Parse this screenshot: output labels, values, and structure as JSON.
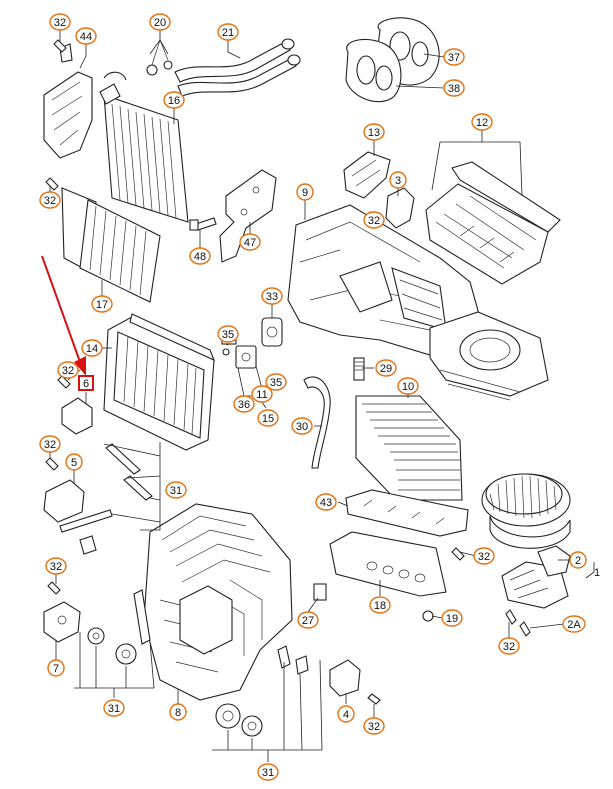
{
  "diagram": {
    "accent_color": "#e8700f",
    "highlight_color": "#d41414",
    "highlighted_callout": "6",
    "callouts": [
      {
        "id": "c32a",
        "label": "32"
      },
      {
        "id": "c44",
        "label": "44"
      },
      {
        "id": "c20",
        "label": "20"
      },
      {
        "id": "c21",
        "label": "21"
      },
      {
        "id": "c37",
        "label": "37"
      },
      {
        "id": "c38",
        "label": "38"
      },
      {
        "id": "c16",
        "label": "16"
      },
      {
        "id": "c12",
        "label": "12"
      },
      {
        "id": "c13",
        "label": "13"
      },
      {
        "id": "c32b",
        "label": "32"
      },
      {
        "id": "c3",
        "label": "3"
      },
      {
        "id": "c32c",
        "label": "32"
      },
      {
        "id": "c9",
        "label": "9"
      },
      {
        "id": "c47",
        "label": "47"
      },
      {
        "id": "c48",
        "label": "48"
      },
      {
        "id": "c17",
        "label": "17"
      },
      {
        "id": "c33",
        "label": "33"
      },
      {
        "id": "c14",
        "label": "14"
      },
      {
        "id": "c35a",
        "label": "35"
      },
      {
        "id": "c32d",
        "label": "32"
      },
      {
        "id": "c6",
        "label": "6"
      },
      {
        "id": "c29",
        "label": "29"
      },
      {
        "id": "c10",
        "label": "10"
      },
      {
        "id": "c35b",
        "label": "35"
      },
      {
        "id": "c36",
        "label": "36"
      },
      {
        "id": "c11",
        "label": "11"
      },
      {
        "id": "c15",
        "label": "15"
      },
      {
        "id": "c30",
        "label": "30"
      },
      {
        "id": "c32e",
        "label": "32"
      },
      {
        "id": "c5",
        "label": "5"
      },
      {
        "id": "c31a",
        "label": "31"
      },
      {
        "id": "c43",
        "label": "43"
      },
      {
        "id": "c32f",
        "label": "32"
      },
      {
        "id": "c2",
        "label": "2"
      },
      {
        "id": "c1",
        "label": "1"
      },
      {
        "id": "c32g",
        "label": "32"
      },
      {
        "id": "c18",
        "label": "18"
      },
      {
        "id": "c19",
        "label": "19"
      },
      {
        "id": "c2A",
        "label": "2A"
      },
      {
        "id": "c32h",
        "label": "32"
      },
      {
        "id": "c27",
        "label": "27"
      },
      {
        "id": "c7",
        "label": "7"
      },
      {
        "id": "c31b",
        "label": "31"
      },
      {
        "id": "c8",
        "label": "8"
      },
      {
        "id": "c4",
        "label": "4"
      },
      {
        "id": "c32i",
        "label": "32"
      },
      {
        "id": "c31c",
        "label": "31"
      }
    ]
  }
}
